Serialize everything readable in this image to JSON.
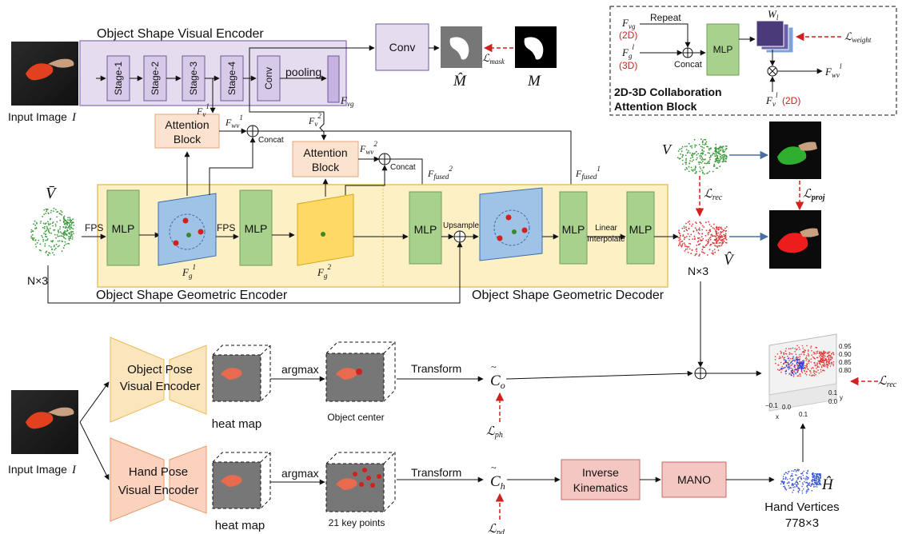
{
  "encoder": {
    "title": "Object Shape Visual Encoder",
    "stages": [
      "Stage-1",
      "Stage-2",
      "Stage-3",
      "Stage-4"
    ],
    "conv": "Conv",
    "pooling": "pooling",
    "fvg": "F",
    "fvg_sub": "vg",
    "top_conv": "Conv",
    "m_hat": "M̂",
    "m": "M",
    "l_mask": "ℒ",
    "l_mask_sub": "mask"
  },
  "input_top": {
    "label": "Input Image",
    "var": "I"
  },
  "input_bottom": {
    "label": "Input Image",
    "var": "I"
  },
  "attention": {
    "block1": [
      "Attention",
      "Block"
    ],
    "block2": [
      "Attention",
      "Block"
    ],
    "fv1": "F",
    "fv1_sub": "v",
    "fv1_sup": "1",
    "fv2": "F",
    "fv2_sub": "v",
    "fv2_sup": "2",
    "fwv1": "F",
    "fwv1_sub": "wv",
    "fwv1_sup": "1",
    "fwv2": "F",
    "fwv2_sub": "wv",
    "fwv2_sup": "2",
    "concat1": "Concat",
    "concat2": "Concat",
    "ffused2": "F",
    "ffused2_sub": "fused",
    "ffused2_sup": "2",
    "ffused1": "F",
    "ffused1_sub": "fused",
    "ffused1_sup": "1"
  },
  "collab": {
    "fvg": "F",
    "fvg_sub": "vg",
    "fvg_tag": "(2D)",
    "fgl": "F",
    "fgl_sub": "g",
    "fgl_sup": "l",
    "fgl_tag": "(3D)",
    "repeat": "Repeat",
    "concat": "Concat",
    "mlp": "MLP",
    "wl": "W",
    "wl_sub": "l",
    "l_weight": "ℒ",
    "l_weight_sub": "weight",
    "fwvl": "F",
    "fwvl_sub": "wv",
    "fwvl_sup": "l",
    "fvl": "F",
    "fvl_sub": "v",
    "fvl_sup": "l",
    "fvl_tag": "(2D)",
    "title_line1": "2D-3D Collaboration",
    "title_line2": "Attention Block"
  },
  "geometric": {
    "vbar": "V̄",
    "n3": "N×3",
    "fps1": "FPS",
    "fps2": "FPS",
    "mlp": "MLP",
    "fg1": "F",
    "fg1_sub": "g",
    "fg1_sup": "1",
    "fg2": "F",
    "fg2_sub": "g",
    "fg2_sup": "2",
    "upsample": "Upsample",
    "linear": "Linear",
    "interpolate": "Interpolate",
    "encoder_title": "Object Shape Geometric Encoder",
    "decoder_title": "Object Shape Geometric  Decoder"
  },
  "right": {
    "v": "V",
    "l_rec": "ℒ",
    "l_rec_sub": "rec",
    "l_proj": "ℒ",
    "l_proj_sub": "proj",
    "v_hat": "V̂",
    "n3": "N×3"
  },
  "pose": {
    "object_encoder": [
      "Object Pose",
      "Visual Encoder"
    ],
    "hand_encoder": [
      "Hand Pose",
      "Visual Encoder"
    ],
    "heatmap1": "heat map",
    "heatmap2": "heat map",
    "argmax1": "argmax",
    "argmax2": "argmax",
    "object_center": "Object center",
    "key_points": "21 key points",
    "transform1": "Transform",
    "transform2": "Transform",
    "co": "C",
    "co_sub": "o",
    "ch": "C",
    "ch_sub": "h",
    "l_ph": "ℒ",
    "l_ph_sub": "ph",
    "l_pd": "ℒ",
    "l_pd_sub": "pd",
    "ik": [
      "Inverse",
      "Kinematics"
    ],
    "mano": "MANO",
    "h_hat": "Ĥ",
    "hand_vertices": "Hand Vertices",
    "hand_count": "778×3",
    "l_rec": "ℒ",
    "l_rec_sub": "rec"
  },
  "plot3d": {
    "z_ticks": [
      "0.95",
      "0.90",
      "0.85",
      "0.80"
    ],
    "x_ticks": [
      "−0.1",
      "0.0",
      "0.1"
    ],
    "y_ticks": [
      "0.1",
      "0.0"
    ],
    "x_label": "x",
    "y_label": "y"
  },
  "colors": {
    "purple_fill": "#e6dcf0",
    "purple_stroke": "#9b86c2",
    "stage_fill": "#d7c9e8",
    "orange_fill": "#fbe3cf",
    "orange_stroke": "#e4a67a",
    "yellow_band": "#fdf0c4",
    "yellow_stroke": "#e8c25a",
    "green_fill": "#a9d18e",
    "green_stroke": "#6f9f55",
    "blue_fill": "#9fc3e7",
    "blue_stroke": "#3d6ea8",
    "gold_fill": "#ffd966",
    "gold_stroke": "#d3a91f",
    "pink_fill": "#f4c7c3",
    "pink_stroke": "#c46a66",
    "loss_red": "#d0211c",
    "arrow_blue": "#4a6fa5"
  }
}
